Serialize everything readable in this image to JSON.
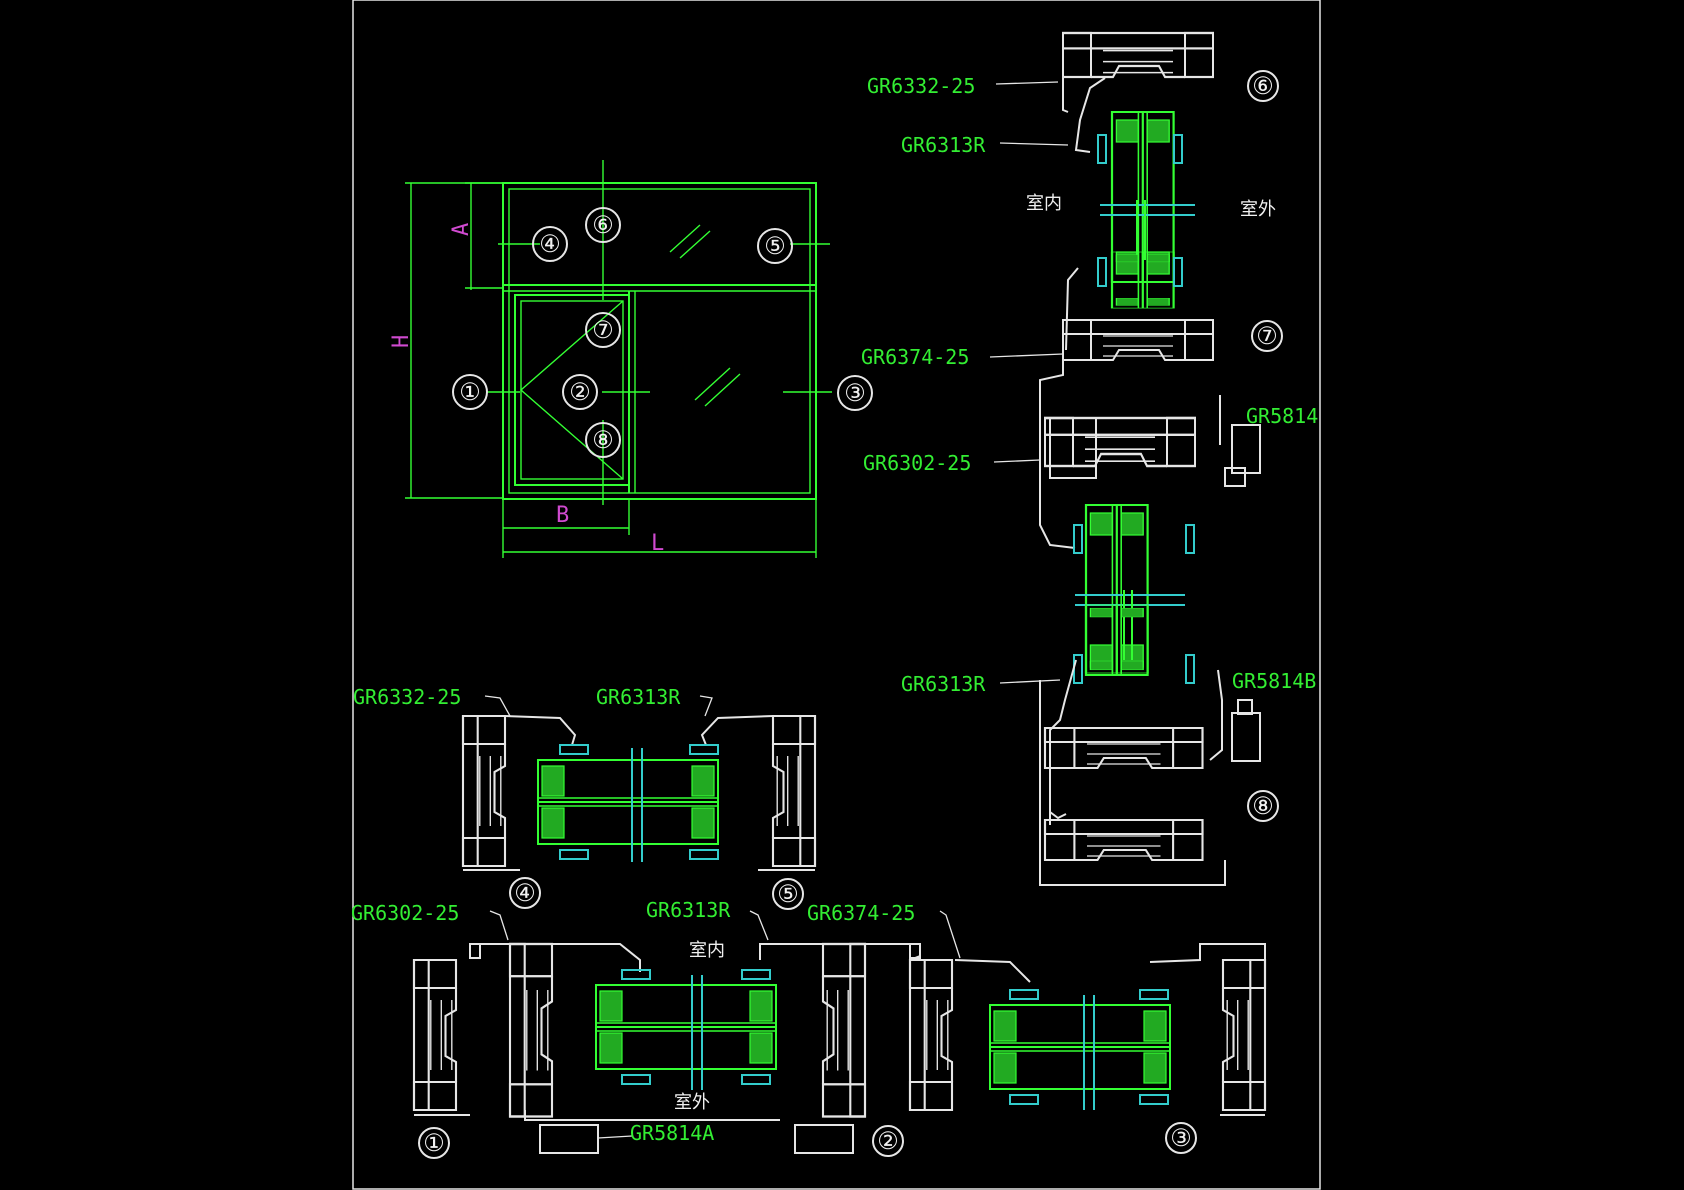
{
  "colors": {
    "background": "#000000",
    "outline": "#e6e6e6",
    "glass_green": "#33ff33",
    "gasket_cyan": "#33cccc",
    "dimension_magenta": "#d04ad0"
  },
  "elevation": {
    "dimensions": {
      "a": "A",
      "h": "H",
      "b": "B",
      "l": "L"
    },
    "markers": [
      "①",
      "②",
      "③",
      "④",
      "⑤",
      "⑥",
      "⑦",
      "⑧"
    ]
  },
  "vertical_section": {
    "labels": [
      "GR6332-25",
      "GR6313R",
      "GR6374-25",
      "GR5814",
      "GR6302-25",
      "GR6313R",
      "GR5814B"
    ],
    "indoor": "室内",
    "outdoor": "室外",
    "markers": [
      "⑥",
      "⑦",
      "⑧"
    ]
  },
  "middle_section": {
    "labels": [
      "GR6332-25",
      "GR6313R"
    ],
    "markers": [
      "④",
      "⑤"
    ]
  },
  "bottom_section": {
    "labels": [
      "GR6302-25",
      "GR6313R",
      "GR6374-25",
      "GR5814A"
    ],
    "indoor": "室内",
    "outdoor": "室外",
    "markers": [
      "①",
      "②",
      "③"
    ]
  }
}
